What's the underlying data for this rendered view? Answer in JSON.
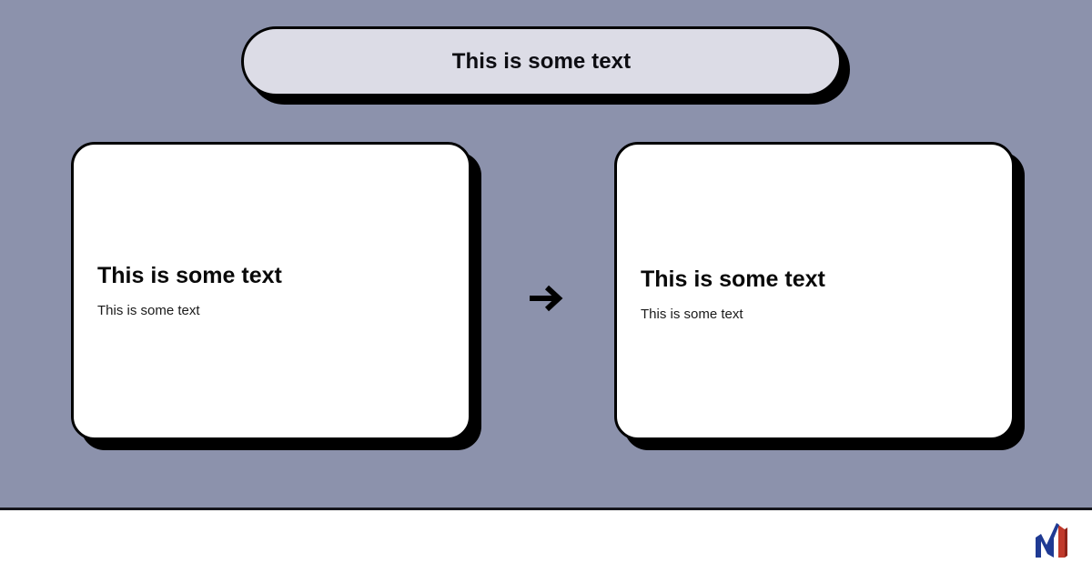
{
  "slide": {
    "background_color": "#8c92ac",
    "title_banner": {
      "text": "This is some text",
      "fill_color": "#dcdce6",
      "border_color": "#000000"
    },
    "cards": [
      {
        "heading": "This is some text",
        "body": "This is some text",
        "fill_color": "#ffffff",
        "border_color": "#000000"
      },
      {
        "heading": "This is some text",
        "body": "This is some text",
        "fill_color": "#ffffff",
        "border_color": "#000000"
      }
    ],
    "connector": {
      "icon": "arrow-right-icon",
      "color": "#000000"
    },
    "footer": {
      "background_color": "#ffffff",
      "divider_color": "#15151b",
      "logo": {
        "icon": "m-logo-icon",
        "primary_color": "#1f3a93",
        "accent_color": "#c0392b"
      }
    }
  }
}
